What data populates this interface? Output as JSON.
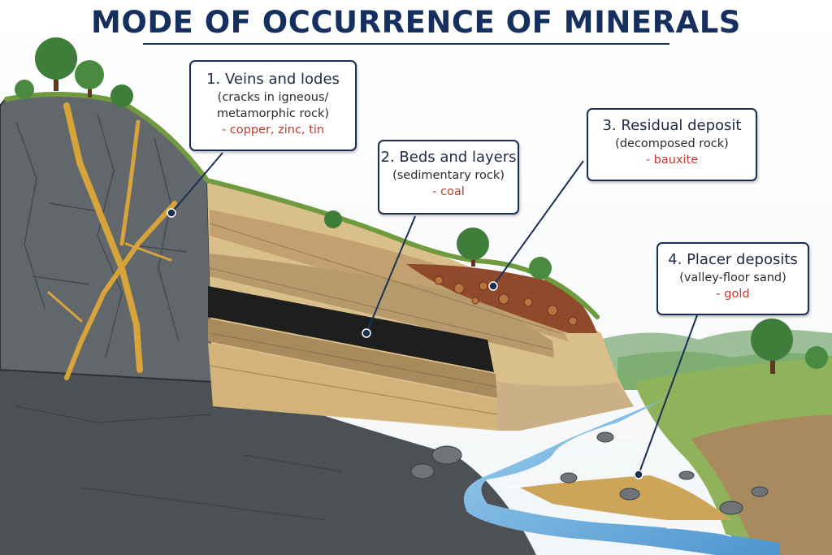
{
  "title": "MODE OF OCCURRENCE OF MINERALS",
  "colors": {
    "title": "#15305e",
    "callout_border": "#1b2f55",
    "mineral_text": "#c0392b",
    "vein_gold": "#d7a43a",
    "coal_seam": "#1e1e1e",
    "laterite": "#8f4a2c",
    "river": "#6fb0de"
  },
  "callouts": [
    {
      "heading": "1. Veins and lodes",
      "sub_lines": [
        "(cracks in igneous/",
        "metamorphic rock)"
      ],
      "minerals": "- copper, zinc, tin"
    },
    {
      "heading": "2. Beds and layers",
      "sub_lines": [
        "(sedimentary rock)"
      ],
      "minerals": "- coal"
    },
    {
      "heading": "3. Residual deposit",
      "sub_lines": [
        "(decomposed rock)"
      ],
      "minerals": "- bauxite"
    },
    {
      "heading": "4. Placer deposits",
      "sub_lines": [
        "(valley-floor sand)"
      ],
      "minerals": "- gold"
    }
  ]
}
